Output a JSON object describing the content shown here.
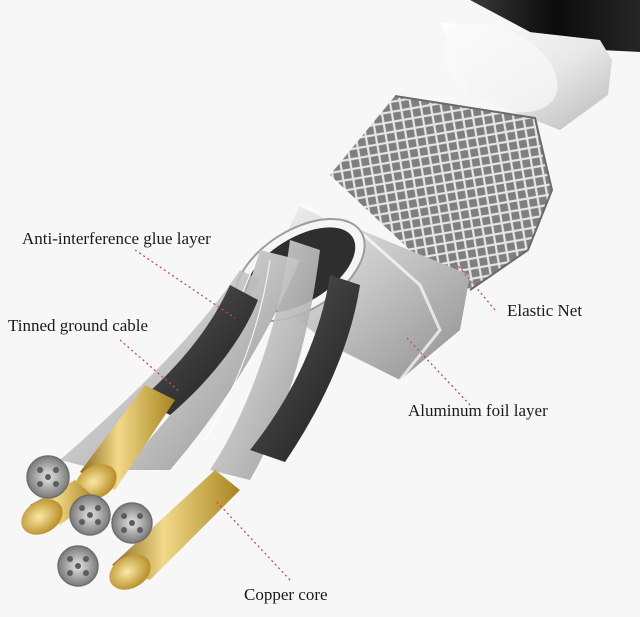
{
  "labels": {
    "glue_layer": "Anti-interference glue layer",
    "ground_cable": "Tinned ground cable",
    "elastic_net": "Elastic Net",
    "foil_layer": "Aluminum foil layer",
    "copper_core": "Copper core"
  },
  "colors": {
    "outer_jacket": "#111111",
    "white_sleeve": "#f2f2f2",
    "foil": "#bdbdbd",
    "braid": "#9a9a9a",
    "strand": "#d6d6d6",
    "copper": "#d4b24a",
    "leader_line": "#c0504d"
  }
}
